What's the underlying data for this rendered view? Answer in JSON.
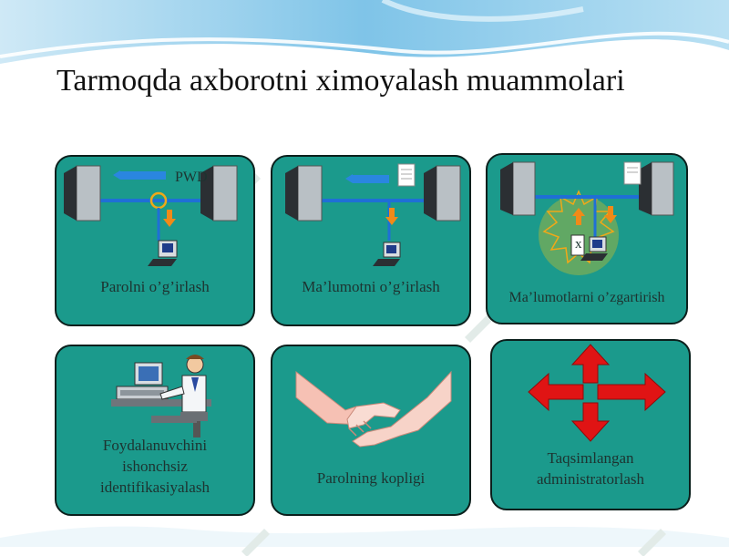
{
  "title": "Tarmoqda axborotni ximoyalash muammolari",
  "cards": [
    {
      "caption": "Parolni o’g’irlash",
      "tag": "PWD"
    },
    {
      "caption": "Ma’lumotni o’g’irlash"
    },
    {
      "caption": "Ma’lumotlarni o’zgartirish",
      "tag": "x"
    },
    {
      "caption_lines": [
        "Foydalanuvchini",
        "ishonchsiz",
        "identifikasiyalash"
      ]
    },
    {
      "caption": "Parolning kopligi"
    },
    {
      "caption_lines": [
        "Taqsimlangan",
        "administratorlash"
      ]
    }
  ],
  "colors": {
    "card": "#1b9a8c",
    "card_border": "#0b1f1c",
    "network_line": "#1f6fd6",
    "arrow_orange": "#f08a18",
    "arrow_red": "#e01414",
    "wave": "#9fd3ef"
  }
}
